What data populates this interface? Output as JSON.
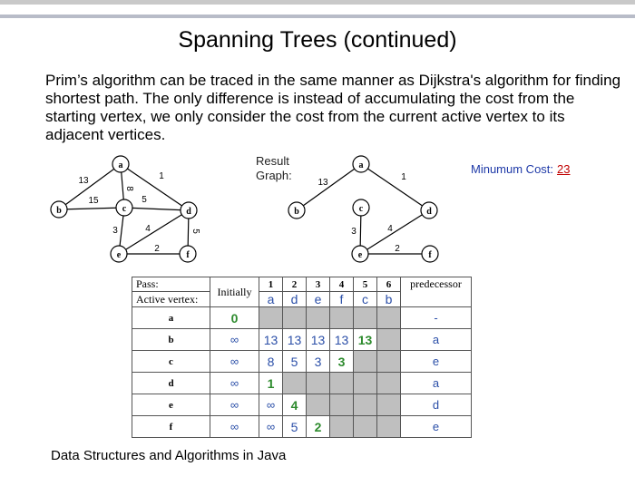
{
  "slide": {
    "title": "Spanning Trees (continued)",
    "paragraph": "Prim’s algorithm can be traced in the same manner as Dijkstra's algorithm for finding shortest path. The only difference is instead of accumulating the cost from the starting vertex, we only consider the cost from the current active vertex to its adjacent vertices.",
    "footer": "Data Structures and Algorithms in Java"
  },
  "graph_original": {
    "nodes": [
      "a",
      "b",
      "c",
      "d",
      "e",
      "f"
    ],
    "edge_labels": {
      "ba": "13",
      "bc": "15",
      "ac": "8",
      "ad": "1",
      "cd": "5",
      "ce": "3",
      "ed": "4",
      "ef": "2",
      "df": "5"
    }
  },
  "graph_result": {
    "label_line1": "Result",
    "label_line2": "Graph:",
    "nodes": [
      "a",
      "b",
      "c",
      "d",
      "e",
      "f"
    ],
    "edge_labels": {
      "ba": "13",
      "ad": "1",
      "ce": "3",
      "ed": "4",
      "ef": "2"
    }
  },
  "min_cost": {
    "label": "Minumum Cost:",
    "value": "23"
  },
  "table": {
    "pass_label": "Pass:",
    "active_label": "Active vertex:",
    "initially_label": "Initially",
    "predecessor_label": "predecessor",
    "pass_numbers": [
      "1",
      "2",
      "3",
      "4",
      "5",
      "6"
    ],
    "active_vertices": [
      "a",
      "d",
      "e",
      "f",
      "c",
      "b"
    ],
    "rows": [
      {
        "vertex": "a",
        "initial": "0",
        "cells": [
          "",
          "",
          "",
          "",
          "",
          ""
        ],
        "pred": "-"
      },
      {
        "vertex": "b",
        "initial": "∞",
        "cells": [
          "13",
          "13",
          "13",
          "13",
          "13",
          ""
        ],
        "pred": "a"
      },
      {
        "vertex": "c",
        "initial": "∞",
        "cells": [
          "8",
          "5",
          "3",
          "3",
          "",
          ""
        ],
        "pred": "e"
      },
      {
        "vertex": "d",
        "initial": "∞",
        "cells": [
          "1",
          "",
          "",
          "",
          "",
          ""
        ],
        "pred": "a"
      },
      {
        "vertex": "e",
        "initial": "∞",
        "cells": [
          "∞",
          "4",
          "",
          "",
          "",
          ""
        ],
        "pred": "d"
      },
      {
        "vertex": "f",
        "initial": "∞",
        "cells": [
          "∞",
          "5",
          "2",
          "",
          "",
          ""
        ],
        "pred": "e"
      }
    ]
  }
}
